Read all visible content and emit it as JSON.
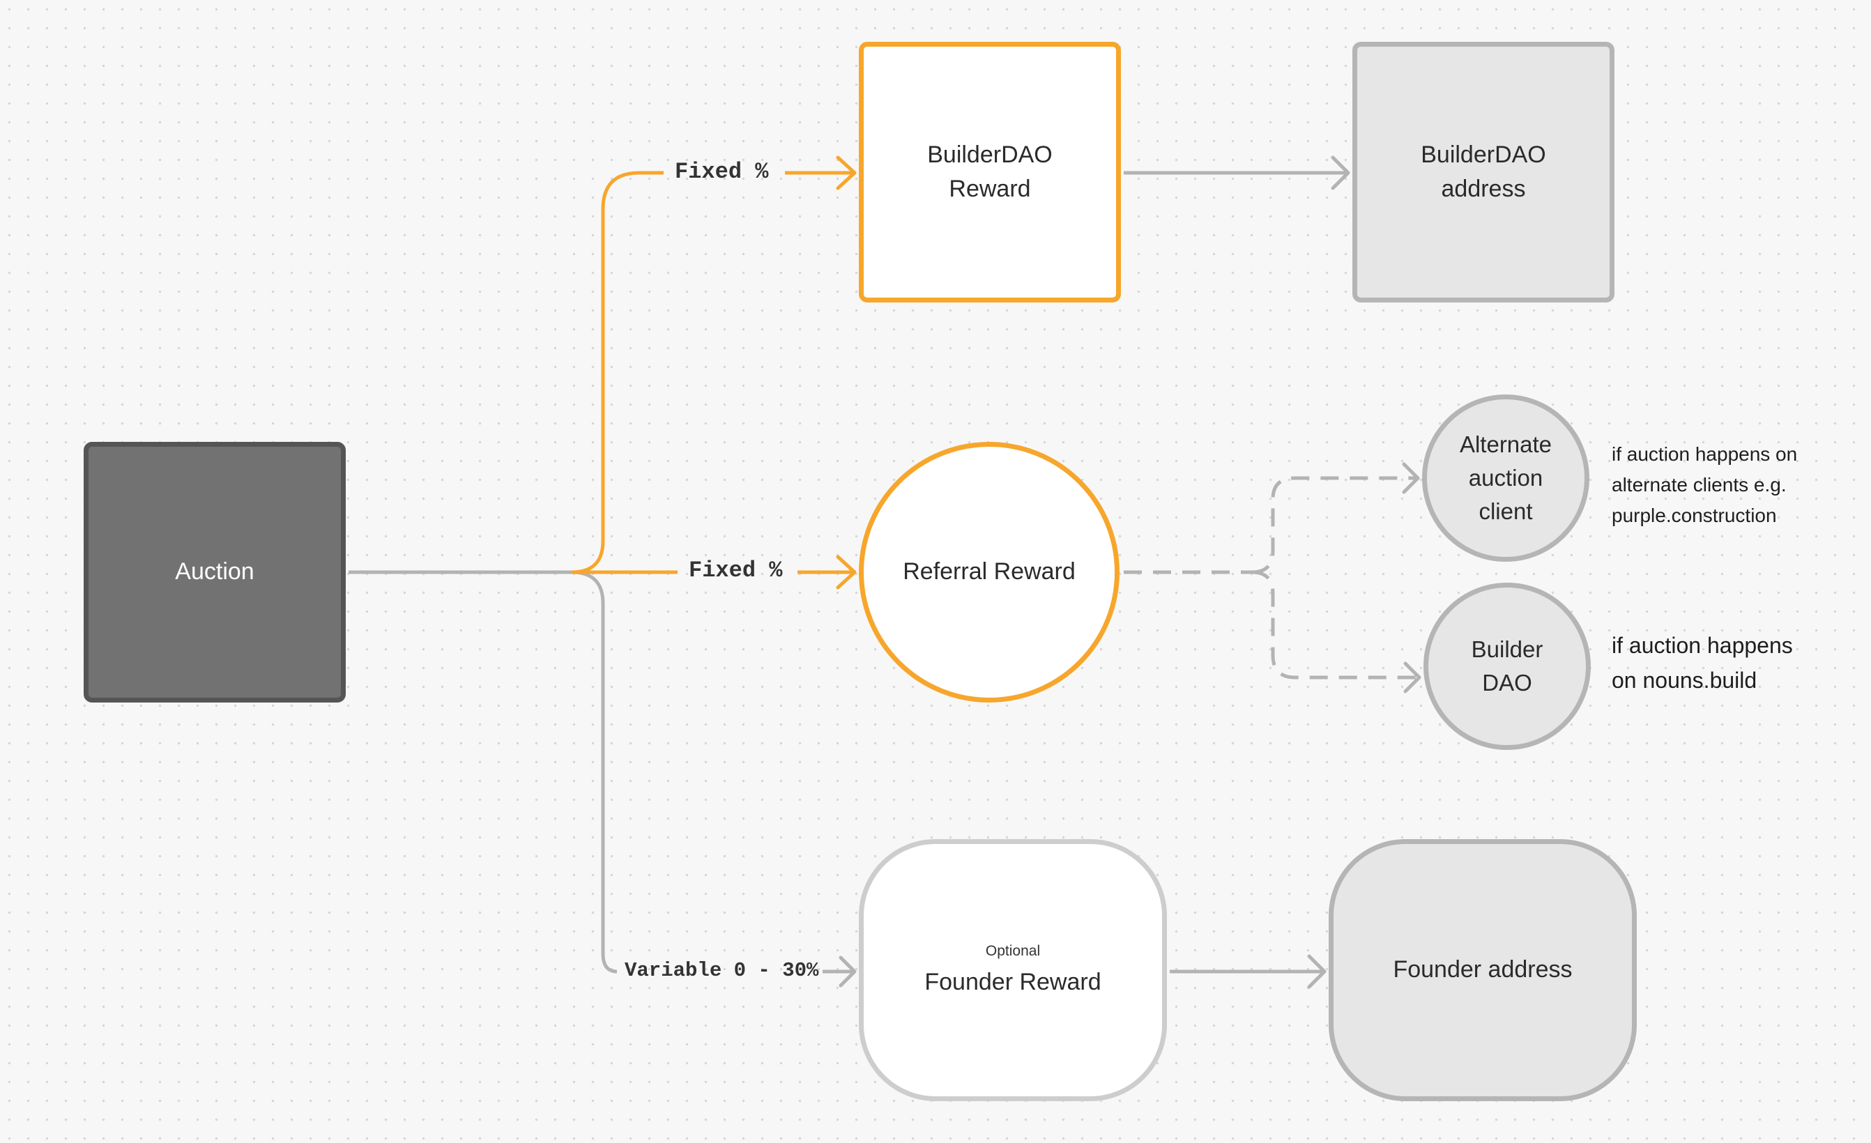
{
  "nodes": {
    "auction": "Auction",
    "builderdao_reward": "BuilderDAO\nReward",
    "builderdao_address": "BuilderDAO\naddress",
    "referral_reward": "Referral Reward",
    "alternate_client": "Alternate\nauction\nclient",
    "builder_dao": "Builder\nDAO",
    "founder_reward_optional": "Optional",
    "founder_reward": "Founder Reward",
    "founder_address": "Founder address"
  },
  "edge_labels": {
    "fixed_top": "Fixed %",
    "fixed_mid": "Fixed %",
    "variable": "Variable 0 - 30%"
  },
  "notes": {
    "alternate": "if auction happens on\nalternate clients e.g.\npurple.construction",
    "builder": "if auction happens\non nouns.build"
  },
  "colors": {
    "accent_orange": "#f7a62c",
    "connector_gray": "#b3b3b3",
    "auction_fill": "#727272",
    "destination_fill": "#e6e6e6"
  }
}
